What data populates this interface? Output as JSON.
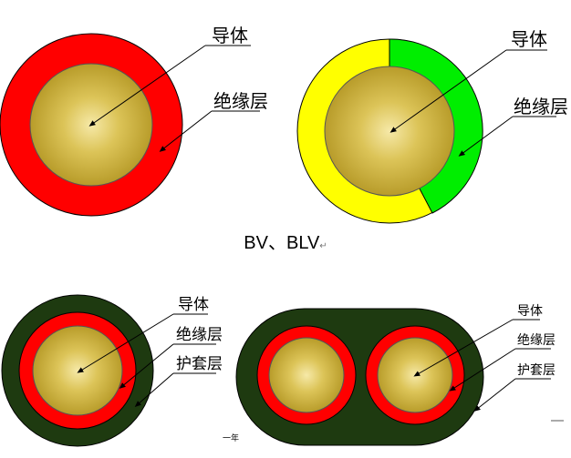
{
  "labels": {
    "conductor": "导体",
    "insulation": "绝缘层",
    "sheath": "护套层"
  },
  "caption": "BV、BLV",
  "caption_mark": "↵",
  "stray_text": "一年",
  "colors": {
    "insulation_red": "#ff0000",
    "insulation_yellow": "#ffff00",
    "insulation_green": "#00ee00",
    "sheath": "#1e3a10",
    "conductor_gold": "#d4bb44",
    "line": "#000000"
  }
}
